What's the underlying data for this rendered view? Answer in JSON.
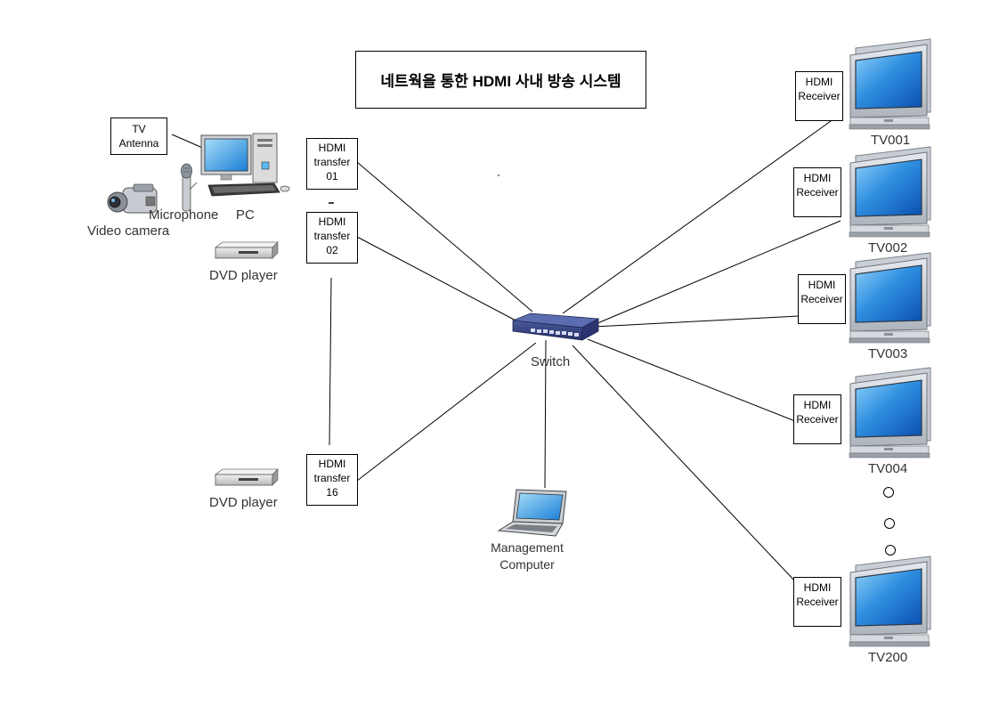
{
  "title": "네트웍을 통한 HDMI 사내 방송 시스템",
  "sources": {
    "tv_antenna": [
      "TV",
      "Antenna"
    ],
    "pc": "PC",
    "microphone": "Microphone",
    "video_camera": "Video camera",
    "dvd_player_1": "DVD player",
    "dvd_player_2": "DVD player"
  },
  "transfers": [
    [
      "HDMI",
      "transfer",
      "01"
    ],
    [
      "HDMI",
      "transfer",
      "02"
    ],
    [
      "HDMI",
      "transfer",
      "16"
    ]
  ],
  "switch": "Switch",
  "management": [
    "Management",
    "Computer"
  ],
  "receiver": [
    "HDMI",
    "Receiver"
  ],
  "tvs": [
    "TV001",
    "TV002",
    "TV003",
    "TV004",
    "TV200"
  ]
}
